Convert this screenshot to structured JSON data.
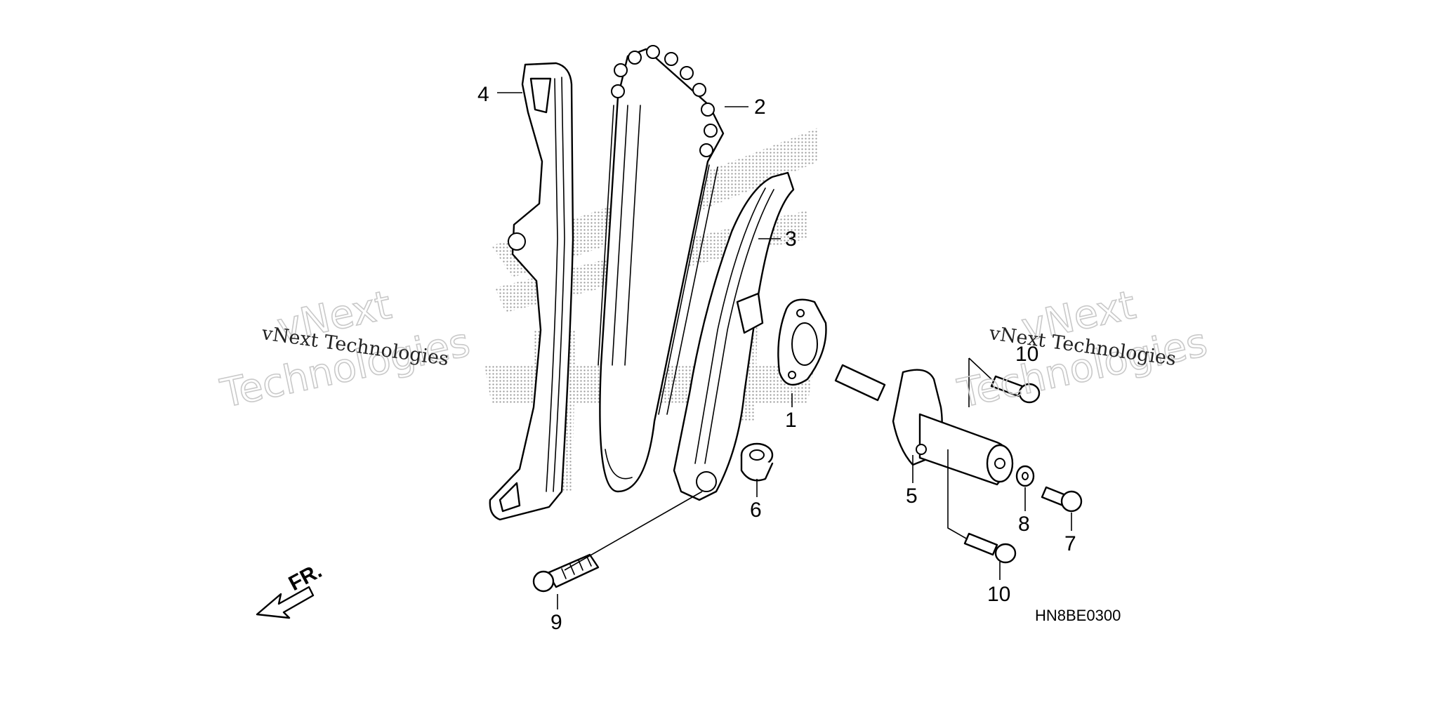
{
  "diagram": {
    "callouts": {
      "p1": "1",
      "p2": "2",
      "p3": "3",
      "p4": "4",
      "p5": "5",
      "p6": "6",
      "p7": "7",
      "p8": "8",
      "p9": "9",
      "p10a": "10",
      "p10b": "10"
    },
    "diagram_code": "HN8BE0300",
    "direction_label": "FR.",
    "watermark": {
      "small": "vNext Technologies",
      "big_line1": "vNext",
      "big_line2": "Technologies"
    },
    "colors": {
      "line": "#000000",
      "watermark_outline": "#c9c9c9",
      "logo_dots": "#888888"
    }
  }
}
